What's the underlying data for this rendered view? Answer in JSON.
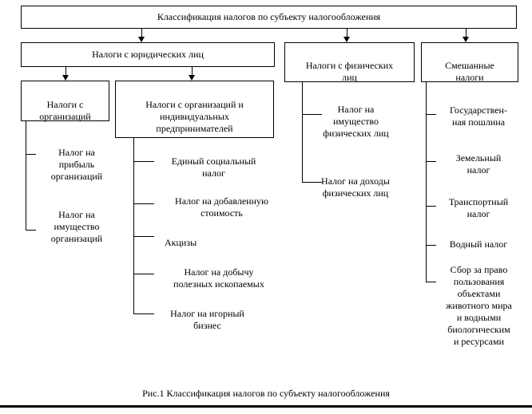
{
  "colors": {
    "line": "#000000",
    "background": "#ffffff",
    "text": "#000000"
  },
  "root": {
    "label": "Классификация налогов по субъекту налогообложения"
  },
  "legal": {
    "label": "Налоги с юридических лиц",
    "org": {
      "label": "Налоги с\nорганизаций",
      "items": [
        "Налог на\nприбыль\nорганизаций",
        "Налог на\nимущество\nорганизаций"
      ]
    },
    "org_ip": {
      "label": "Налоги с организаций и\nиндивидуальных\nпредпринимателей",
      "items": [
        "Единый социальный\nналог",
        "Налог на добавленную\nстоимость",
        "Акцизы",
        "Налог на добычу\nполезных ископаемых",
        "Налог на игорный\nбизнес"
      ]
    }
  },
  "individual": {
    "label": "Налоги с физических\nлиц",
    "items": [
      "Налог на\nимущество\nфизических лиц",
      "Налог на доходы\nфизических лиц"
    ]
  },
  "mixed": {
    "label": "Смешанные\nналоги",
    "items": [
      "Государствен-\nная пошлина",
      "Земельный\nналог",
      "Транспортный\nналог",
      "Водный налог",
      "Сбор за право\nпользования\nобъектами\nживотного мира\nи водными\nбиологическим\nи ресурсами"
    ]
  },
  "caption": {
    "text": "Рис.1  Классификация налогов по субъекту налогообложения"
  }
}
